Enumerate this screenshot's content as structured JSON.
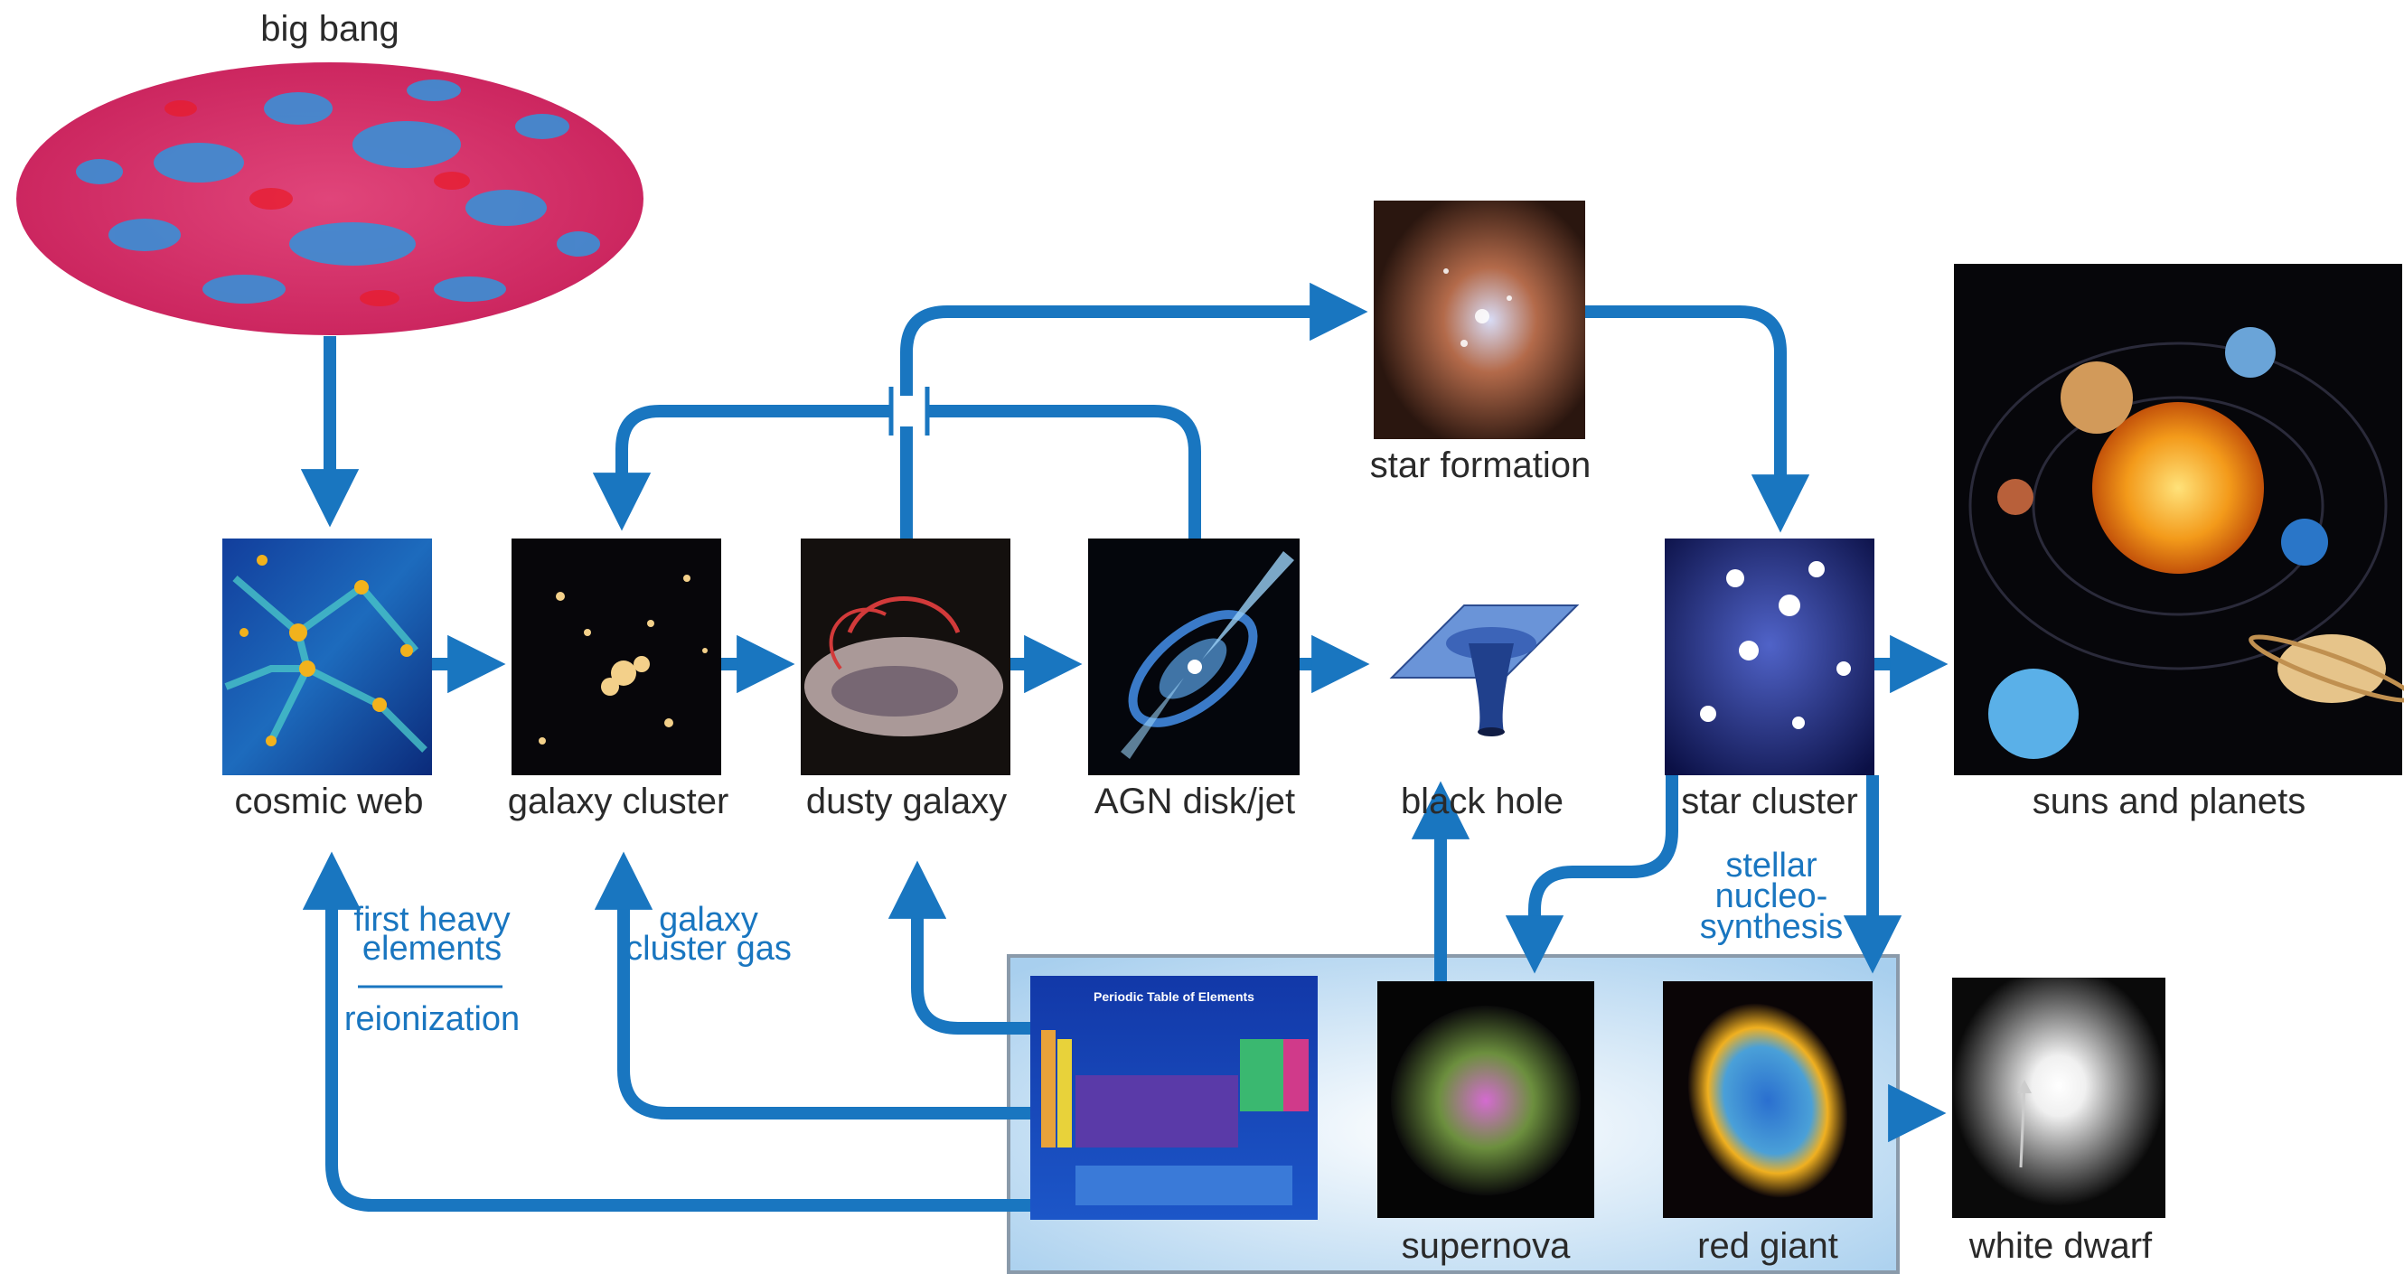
{
  "colors": {
    "arrow": "#1976c0",
    "label": "#2a2a2a",
    "note": "#1976c0",
    "panel_border": "#8a9aaa"
  },
  "nodes": {
    "big_bang": "big bang",
    "cosmic_web": "cosmic web",
    "galaxy_cluster": "galaxy cluster",
    "dusty_galaxy": "dusty galaxy",
    "agn": "AGN disk/jet",
    "black_hole": "black hole",
    "star_formation": "star formation",
    "star_cluster": "star cluster",
    "suns_planets": "suns and planets",
    "supernova": "supernova",
    "red_giant": "red giant",
    "white_dwarf": "white dwarf"
  },
  "notes": {
    "first_heavy": [
      "first heavy",
      "elements"
    ],
    "reionization": "reionization",
    "galaxy_cluster_gas": [
      "galaxy",
      "cluster gas"
    ],
    "stellar_nucleo": [
      "stellar",
      "nucleo-",
      "synthesis"
    ]
  },
  "periodic_table": {
    "title": "Periodic Table of Elements"
  }
}
